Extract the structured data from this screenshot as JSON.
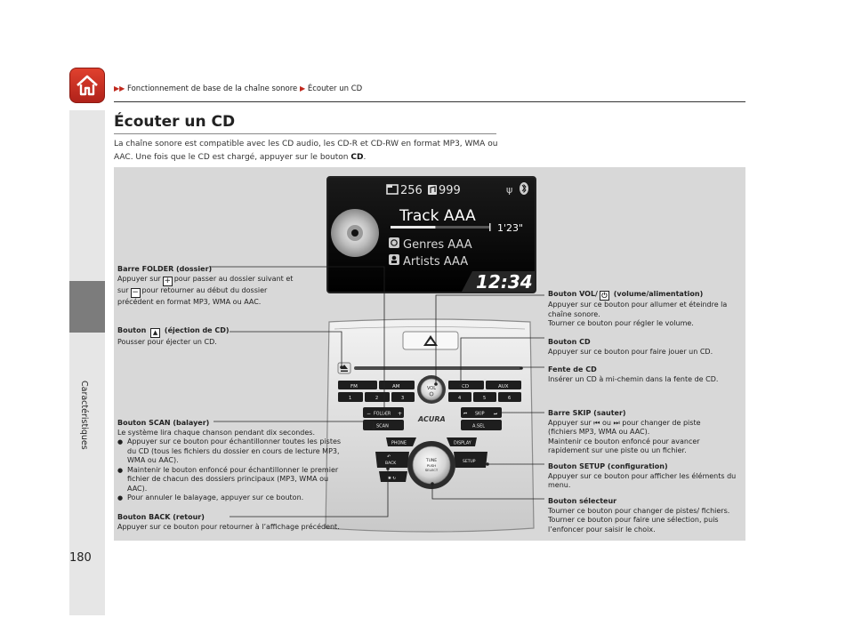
{
  "breadcrumb": {
    "part1": "Fonctionnement de base de la chaîne sonore",
    "part2": "Écouter un CD"
  },
  "sidebar": {
    "section_label": "Caractéristiques"
  },
  "page_number": "180",
  "title": "Écouter un CD",
  "intro": {
    "text": "La chaîne sonore est compatible avec les CD audio, les CD-R et CD-RW en format MP3, WMA ou AAC. Une fois que le CD est chargé, appuyer sur le bouton ",
    "bold": "CD",
    "end": "."
  },
  "screen": {
    "folder_count": "256",
    "track_count": "999",
    "track": "Track AAA",
    "elapsed": "1'23\"",
    "genre": "Genres AAA",
    "artist": "Artists AAA",
    "clock": "12:34"
  },
  "console": {
    "fm": "FM",
    "am": "AM",
    "vol": "VOL",
    "cd": "CD",
    "aux": "AUX",
    "folder": "FOLDER",
    "scan": "SCAN",
    "skip": "SKIP",
    "asel": "A.SEL",
    "brand": "ACURA",
    "phone": "PHONE",
    "display": "DISPLAY",
    "back": "BACK",
    "setup": "SETUP",
    "tune": "TUNE",
    "push": "PUSH",
    "select": "SELECT",
    "presets": [
      "1",
      "2",
      "3",
      "4",
      "5",
      "6"
    ]
  },
  "callouts": {
    "folder": {
      "title": "Barre FOLDER (dossier)",
      "l1a": "Appuyer sur",
      "l1b": "pour passer au dossier suivant et",
      "l2a": "sur",
      "l2b": "pour retourner au début du dossier",
      "l3": "précédent en format MP3, WMA ou AAC."
    },
    "eject": {
      "t1": "Bouton",
      "t2": "(éjection de CD)",
      "l1": "Pousser pour éjecter un CD."
    },
    "scan": {
      "title": "Bouton SCAN (balayer)",
      "l1": "Le système lira chaque chanson pendant dix secondes.",
      "b1": "Appuyer sur ce bouton pour échantillonner toutes les pistes du CD (tous les fichiers du dossier en cours de lecture MP3, WMA ou AAC).",
      "b2": "Maintenir le bouton enfoncé pour échantillonner le premier fichier de chacun des dossiers principaux (MP3, WMA ou AAC).",
      "b3": "Pour annuler le balayage, appuyer sur ce bouton."
    },
    "back": {
      "title": "Bouton BACK (retour)",
      "l1": "Appuyer sur ce bouton pour retourner à l’affichage précédent."
    },
    "vol": {
      "t1": "Bouton VOL/",
      "t2": "(volume/alimentation)",
      "l1": "Appuyer sur ce bouton pour allumer et éteindre la chaîne sonore.",
      "l2": "Tourner ce bouton pour régler le volume."
    },
    "cd": {
      "title": "Bouton CD",
      "l1": "Appuyer sur ce bouton pour faire jouer un CD."
    },
    "slot": {
      "title": "Fente de CD",
      "l1": "Insérer un CD à mi-chemin dans la fente de CD."
    },
    "skip": {
      "title": "Barre SKIP (sauter)",
      "l1a": "Appuyer sur",
      "l1b": "ou",
      "l1c": "pour changer de piste",
      "l2": "(fichiers MP3, WMA ou AAC).",
      "l3": "Maintenir ce bouton enfoncé pour avancer rapidement sur une piste ou un fichier."
    },
    "setup": {
      "title": "Bouton SETUP (configuration)",
      "l1": "Appuyer sur ce bouton pour afficher les éléments du menu."
    },
    "selector": {
      "title": "Bouton sélecteur",
      "l1": "Tourner ce bouton pour changer de pistes/ fichiers. Tourner ce bouton pour faire une sélection, puis l’enfoncer pour saisir le choix."
    }
  }
}
